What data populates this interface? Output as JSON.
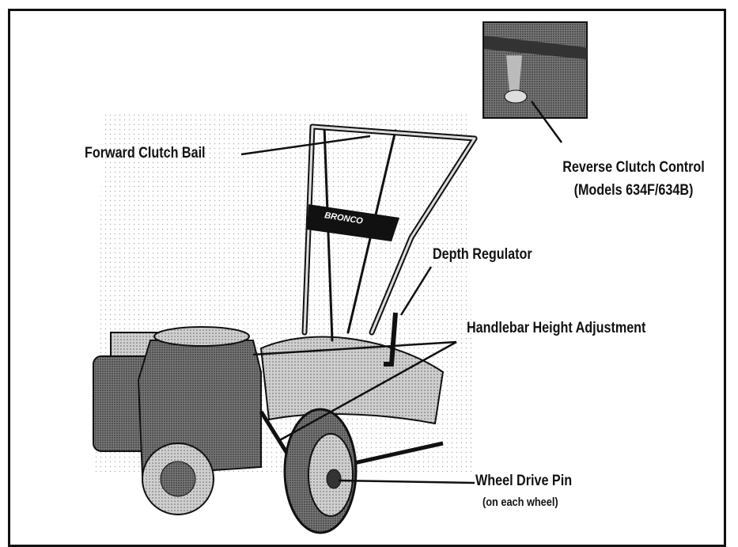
{
  "labels": {
    "forward_clutch_bail": "Forward Clutch Bail",
    "reverse_clutch_control": "Reverse Clutch Control",
    "reverse_models": "(Models 634F/634B)",
    "depth_regulator": "Depth Regulator",
    "handlebar_height": "Handlebar Height Adjustment",
    "wheel_drive_pin": "Wheel Drive Pin",
    "wheel_drive_note": "(on each wheel)",
    "brand_plate": "BRONCO"
  }
}
